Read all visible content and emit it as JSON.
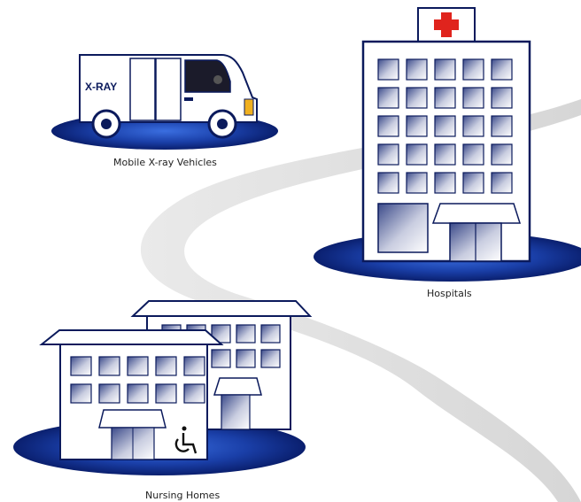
{
  "van": {
    "label": "X-RAY",
    "caption": "Mobile X-ray Vehicles"
  },
  "hospital": {
    "caption": "Hospitals"
  },
  "nursing": {
    "caption": "Nursing Homes"
  },
  "colors": {
    "outline": "#0b1a5c",
    "platform_dark": "#0a1f6e",
    "platform_light": "#2f5fd0",
    "road": "#d6d6d6",
    "cross": "#e0241d",
    "window_dark": "#3b4a8a"
  },
  "icons": [
    "wheelchair-icon",
    "red-cross-icon"
  ]
}
